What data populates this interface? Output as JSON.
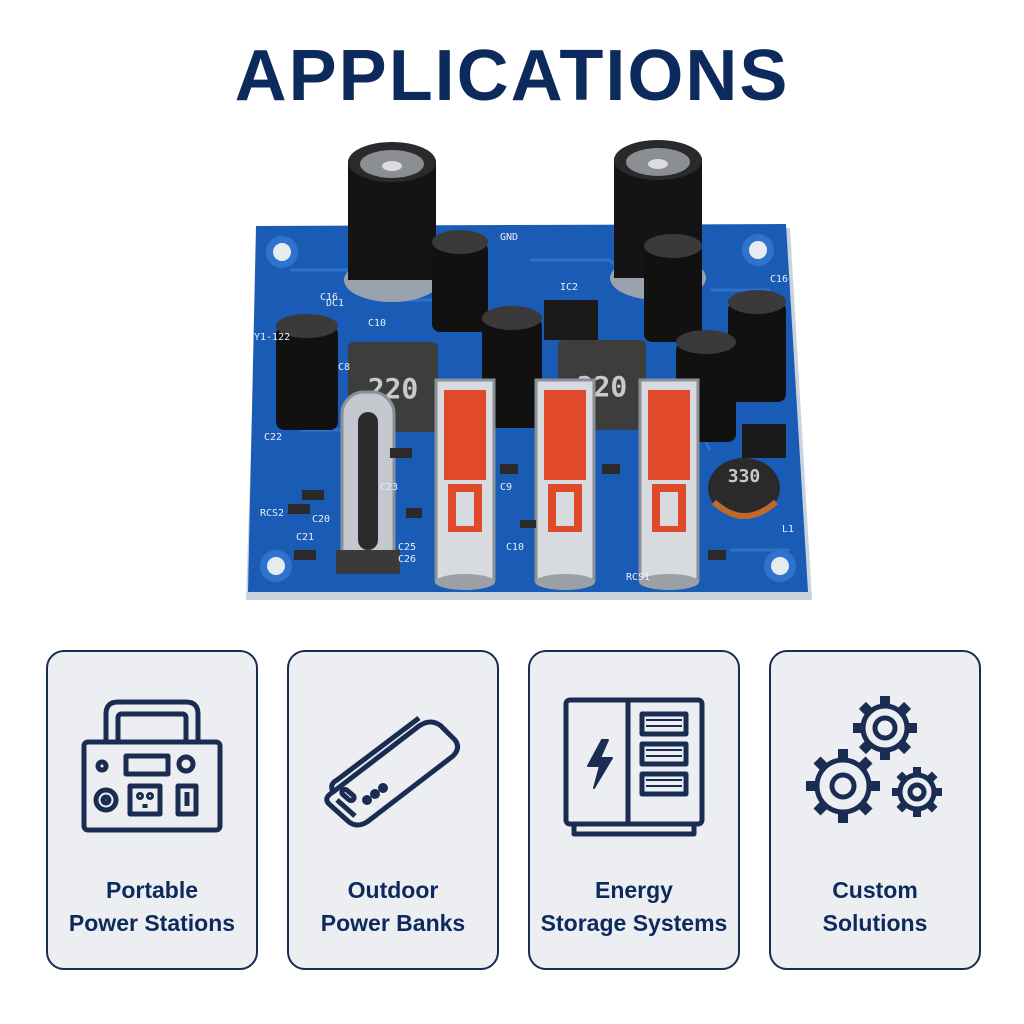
{
  "page": {
    "title": "APPLICATIONS",
    "accent_color": "#0d2a5c",
    "card_border_color": "#1b2c52",
    "card_background": "#eceef2"
  },
  "board": {
    "color": "#1a5bb5",
    "inductor_labels": [
      "220",
      "220",
      "330"
    ],
    "silkscreen": [
      "DC1",
      "C16",
      "C10",
      "C21",
      "C20",
      "C22",
      "C23",
      "RCS2",
      "C25",
      "C26",
      "C8",
      "C9",
      "C10",
      "C16",
      "IC2",
      "GND",
      "RCS1",
      "L1",
      "Y1-122"
    ]
  },
  "cards": [
    {
      "icon": "power-station-icon",
      "line1": "Portable",
      "line2": "Power Stations"
    },
    {
      "icon": "power-bank-icon",
      "line1": "Outdoor",
      "line2": "Power Banks"
    },
    {
      "icon": "energy-storage-icon",
      "line1": "Energy",
      "line2": "Storage Systems"
    },
    {
      "icon": "gears-icon",
      "line1": "Custom",
      "line2": "Solutions"
    }
  ]
}
